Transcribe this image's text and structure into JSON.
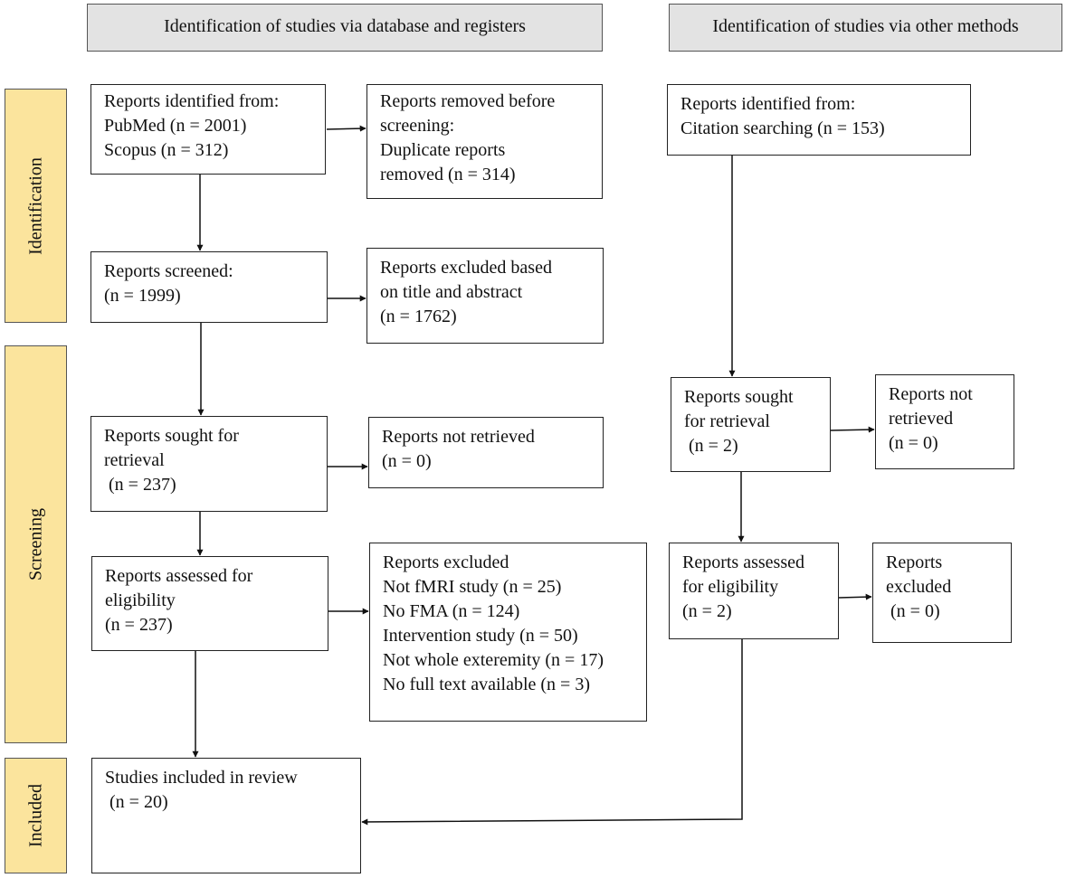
{
  "headers": {
    "database": "Identification of studies via database and registers",
    "other": "Identification of studies via other methods"
  },
  "stages": {
    "identification": "Identification",
    "screening": "Screening",
    "included": "Included"
  },
  "database": {
    "identified": {
      "title": "Reports identified from:",
      "pubmed": "PubMed (n = 2001)",
      "scopus": "Scopus (n = 312)"
    },
    "removed": {
      "line1": "Reports removed before",
      "line2": "screening:",
      "line3": "Duplicate reports",
      "line4": "removed (n = 314)"
    },
    "screened": {
      "title": "Reports screened:",
      "count": "(n = 1999)"
    },
    "excluded_title_abstract": {
      "line1": "Reports excluded based",
      "line2": "on title and abstract",
      "count": "(n = 1762)"
    },
    "sought": {
      "line1": "Reports sought for",
      "line2": "retrieval",
      "count": " (n = 237)"
    },
    "not_retrieved": {
      "title": "Reports not retrieved",
      "count": "(n = 0)"
    },
    "assessed": {
      "line1": "Reports assessed for",
      "line2": "eligibility",
      "count": "(n = 237)"
    },
    "excluded": {
      "title": "Reports excluded",
      "reasons": [
        "Not fMRI study (n = 25)",
        "No FMA (n = 124)",
        "Intervention study (n = 50)",
        "Not whole exteremity (n = 17)",
        "No full text available (n = 3)"
      ]
    },
    "included": {
      "title": "Studies included in review",
      "count": " (n = 20)"
    }
  },
  "other": {
    "identified": {
      "title": "Reports identified from:",
      "source": "Citation searching (n = 153)"
    },
    "sought": {
      "line1": "Reports sought",
      "line2": "for retrieval",
      "count": " (n = 2)"
    },
    "not_retrieved": {
      "line1": "Reports not",
      "line2": "retrieved",
      "count": "(n = 0)"
    },
    "assessed": {
      "line1": "Reports assessed",
      "line2": "for eligibility",
      "count": "(n = 2)"
    },
    "excluded": {
      "line1": "Reports",
      "line2": "excluded",
      "count": " (n = 0)"
    }
  }
}
